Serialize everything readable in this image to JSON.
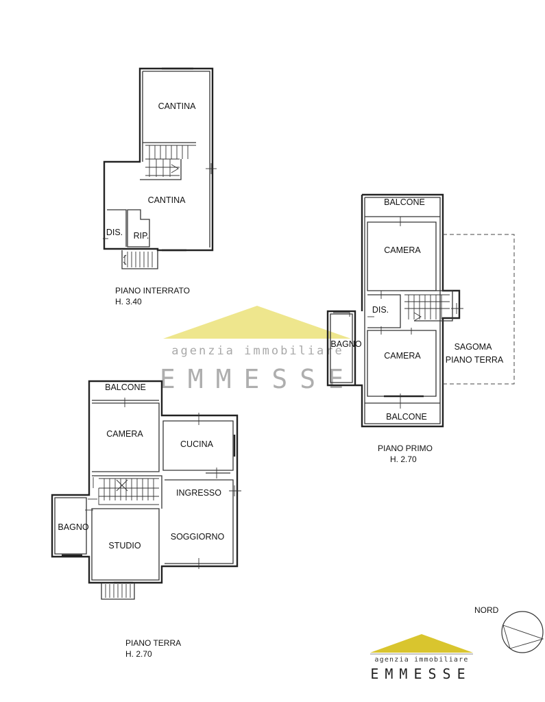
{
  "floors": {
    "basement": {
      "title": "PIANO INTERRATO",
      "height": "H. 3.40",
      "rooms": {
        "cantina_top": "CANTINA",
        "cantina_main": "CANTINA",
        "dis": "DIS.",
        "rip": "RIP."
      }
    },
    "first": {
      "title": "PIANO  PRIMO",
      "height": "H. 2.70",
      "rooms": {
        "balcone_top": "BALCONE",
        "camera_top": "CAMERA",
        "dis": "DIS.",
        "bagno": "BAGNO",
        "camera_bottom": "CAMERA",
        "balcone_bottom": "BALCONE"
      },
      "outline_label_1": "SAGOMA",
      "outline_label_2": "PIANO TERRA"
    },
    "ground": {
      "title": "PIANO TERRA",
      "height": "H. 2.70",
      "rooms": {
        "balcone": "BALCONE",
        "camera": "CAMERA",
        "cucina": "CUCINA",
        "ingresso": "INGRESSO",
        "bagno": "BAGNO",
        "studio": "STUDIO",
        "soggiorno": "SOGGIORNO"
      }
    }
  },
  "compass": {
    "label": "NORD"
  },
  "watermark": {
    "line1": "agenzia  immobiliare",
    "line2": "EMMESSE",
    "color": "#e6d24a"
  },
  "logo": {
    "line1": "agenzia  immobiliare",
    "line2": "EMMESSE",
    "roof_color": "#d9c52e"
  }
}
